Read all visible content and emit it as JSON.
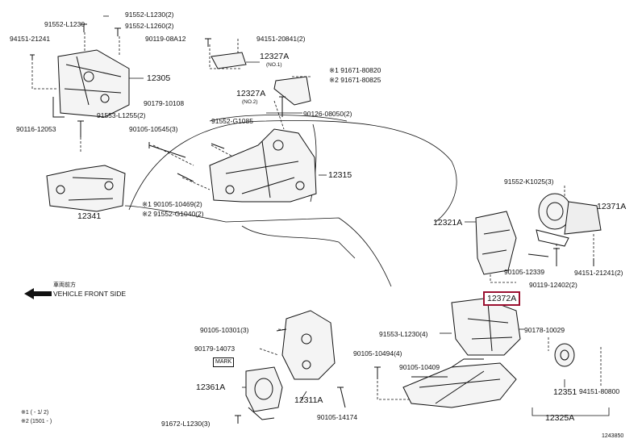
{
  "labels": {
    "p91552_L1230_2": "91552-L1230(2)",
    "p91552_L1230": "91552-L1230",
    "p91552_L1260_2": "91552-L1260(2)",
    "p94151_21241": "94151-21241",
    "p90119_08A12": "90119-08A12",
    "p94151_20841_2": "94151-20841(2)",
    "p12327A_a": "12327A",
    "no1": "(NO.1)",
    "p12305": "12305",
    "p91671_80820": "※1 91671-80820",
    "p91671_80825": "※2 91671-80825",
    "p90179_10108": "90179-10108",
    "p12327A_b": "12327A",
    "no2": "(NO.2)",
    "p90126_08050_2": "90126-08050(2)",
    "p91553_L1255_2": "91553-L1255(2)",
    "p90116_12053": "90116-12053",
    "p90105_10545_3": "90105-10545(3)",
    "p91552_G1085": "91552-G1085",
    "p12315": "12315",
    "p12341": "12341",
    "p90105_10469_2": "※1 90105-10469(2)",
    "p91552_G1040_2": "※2 91552-G1040(2)",
    "p91552_K1025_3": "91552-K1025(3)",
    "p12371A": "12371A",
    "p12321A": "12321A",
    "p90105_12339": "90105-12339",
    "p90119_12402_2": "90119-12402(2)",
    "p94151_21241_2": "94151-21241(2)",
    "front_jp": "車両前方",
    "front_en": "VEHICLE FRONT SIDE",
    "p12372A": "12372A",
    "p90105_10301_3": "90105-10301(3)",
    "p91553_L1230_4": "91553-L1230(4)",
    "p90178_10029": "90178-10029",
    "p90179_14073": "90179-14073",
    "mark": "MARK",
    "p90105_10494_4": "90105-10494(4)",
    "p90105_10409": "90105-10409",
    "p12361A": "12361A",
    "p12311A": "12311A",
    "p12351": "12351",
    "p94151_80800": "94151-80800",
    "p90105_14174": "90105-14174",
    "p12325A": "12325A",
    "note1": "※1 (      -  1/  2)",
    "note2": "※2 (1501 -       )",
    "p91672_L1230_3": "91672-L1230(3)",
    "figure_id": "1243850"
  },
  "highlight_color": "#9b1030"
}
